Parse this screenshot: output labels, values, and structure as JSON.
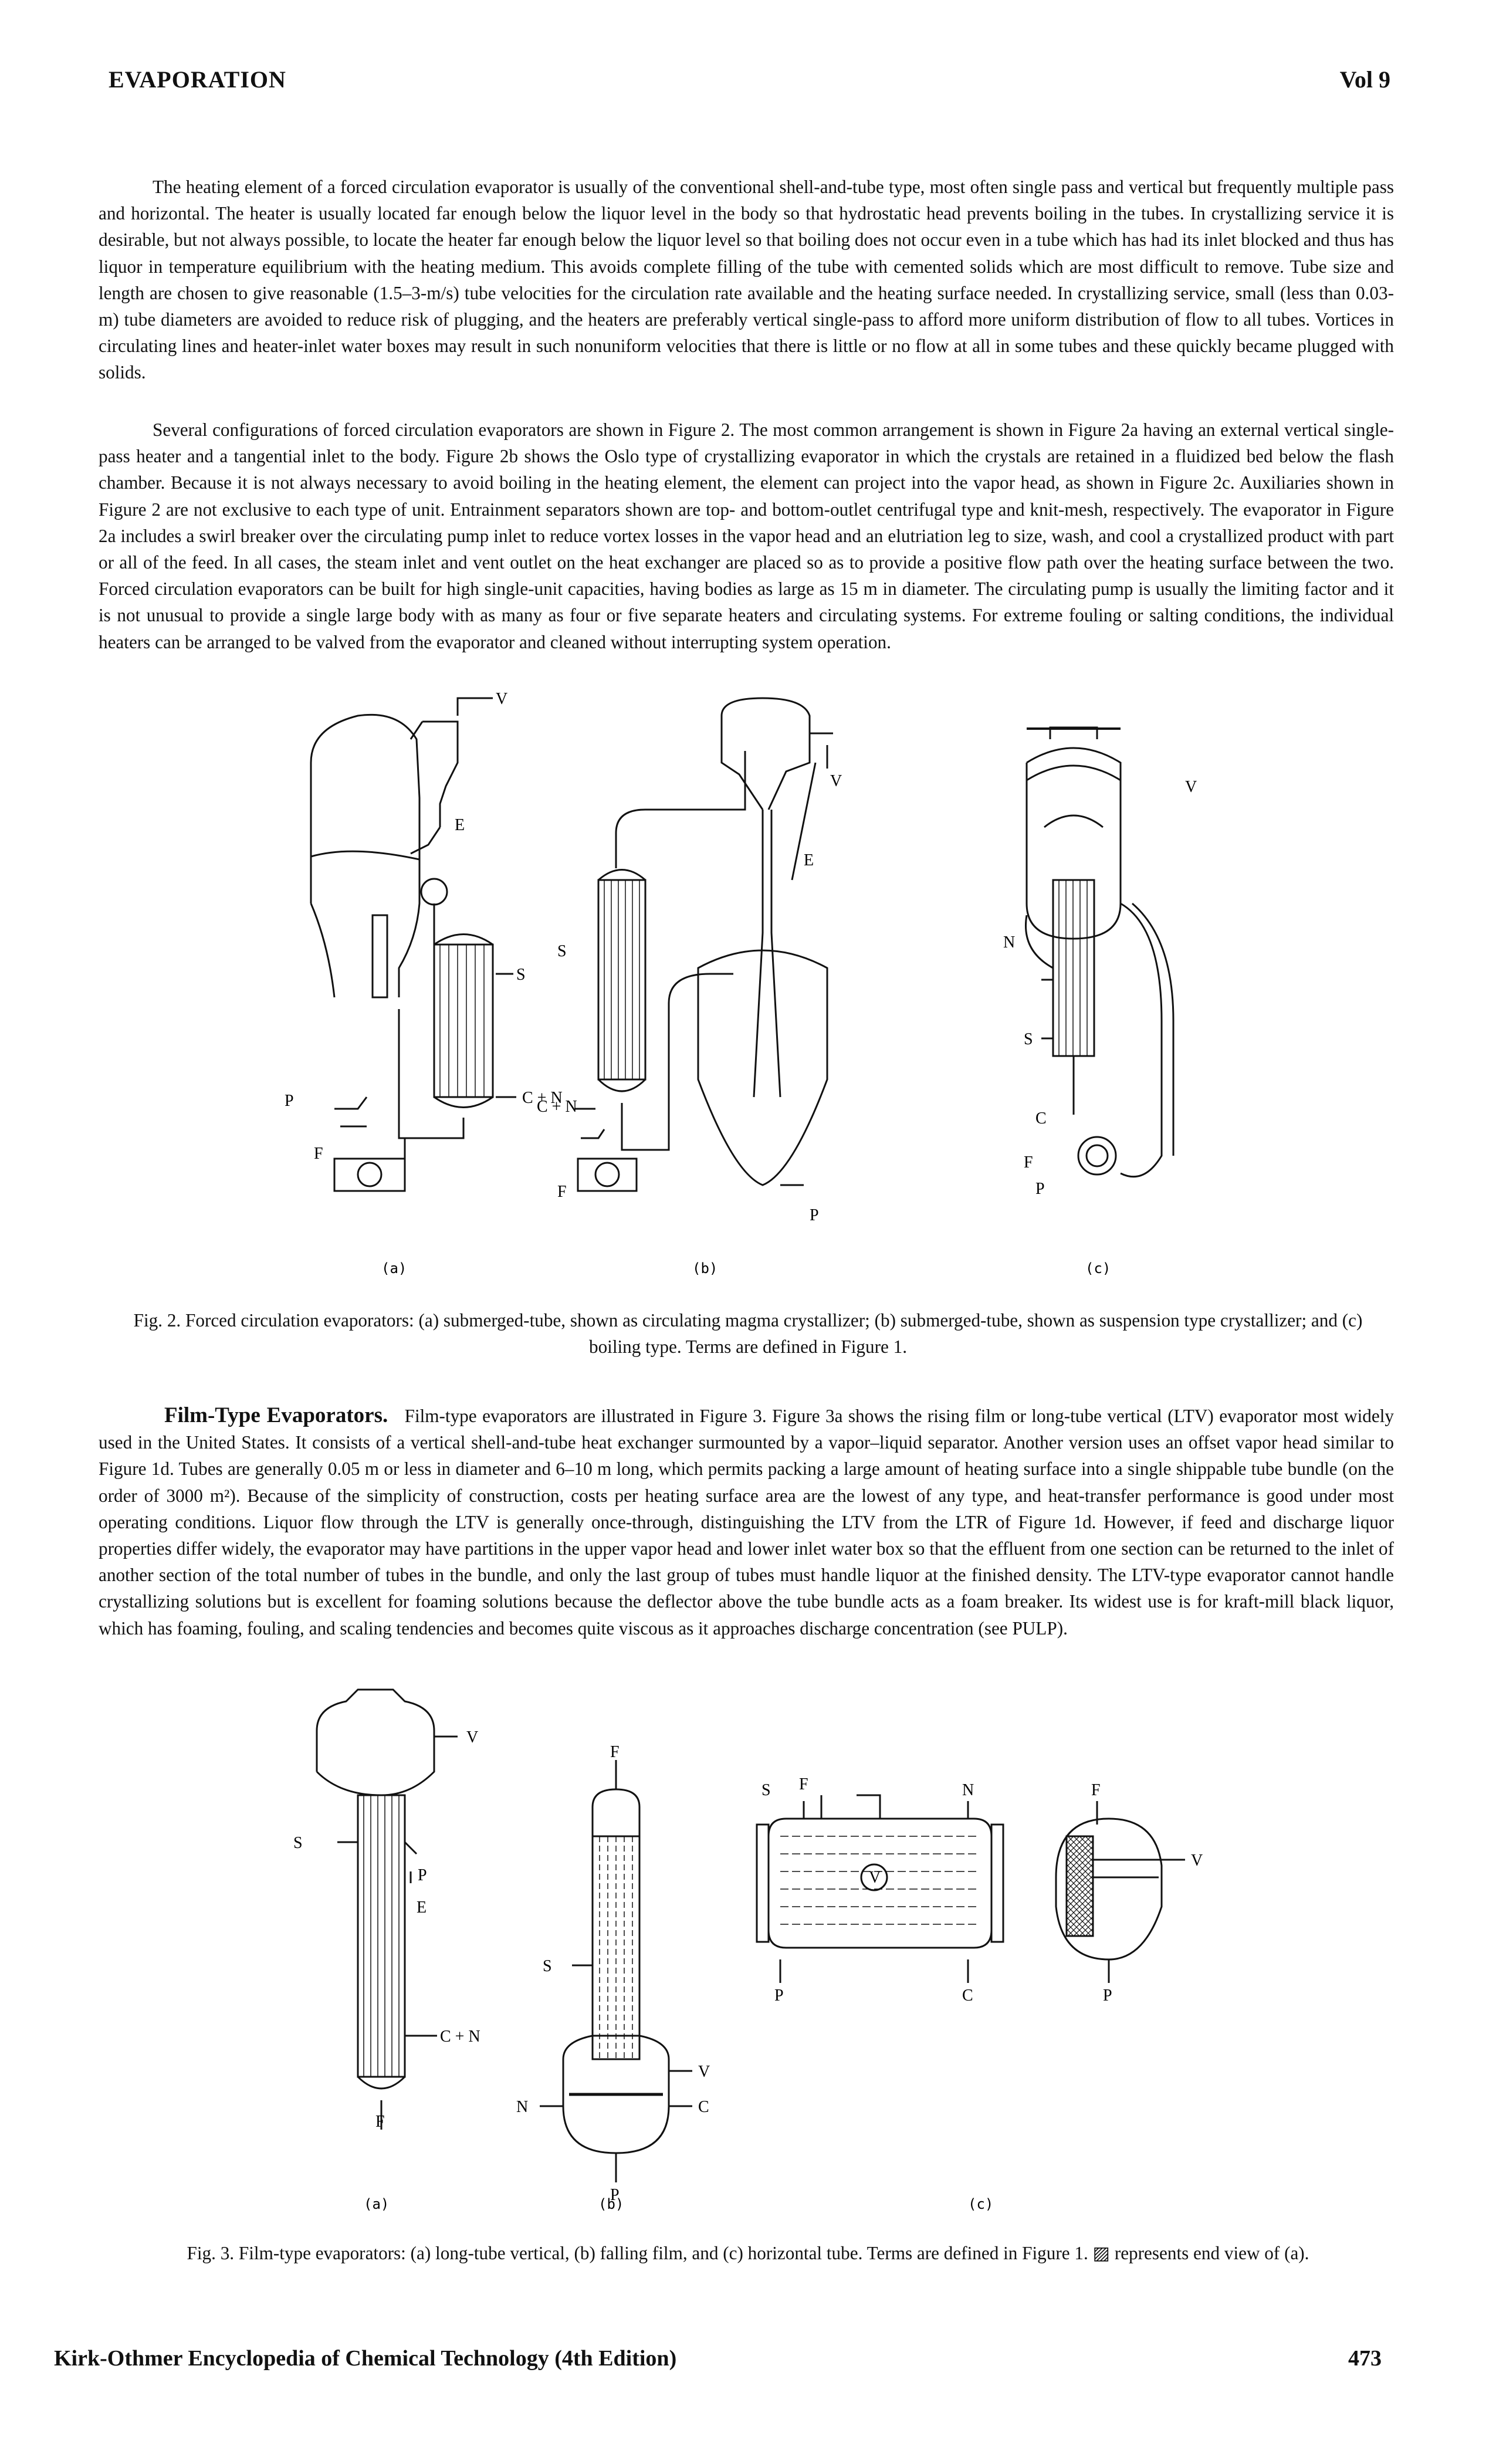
{
  "header": {
    "left": "EVAPORATION",
    "right": "Vol 9"
  },
  "paragraphs": {
    "p1": "The heating element of a forced circulation evaporator is usually of the conventional shell-and-tube type, most often single pass and vertical but frequently multiple pass and horizontal. The heater is usually located far enough below the liquor level in the body so that hydrostatic head prevents boiling in the tubes. In crystallizing service it is desirable, but not always possible, to locate the heater far enough below the liquor level so that boiling does not occur even in a tube which has had its inlet blocked and thus has liquor in temperature equilibrium with the heating medium. This avoids complete filling of the tube with cemented solids which are most difficult to remove. Tube size and length are chosen to give reasonable (1.5–3-m/s) tube velocities for the circulation rate available and the heating surface needed. In crystallizing service, small (less than 0.03-m) tube diameters are avoided to reduce risk of plugging, and the heaters are preferably vertical single-pass to afford more uniform distribution of flow to all tubes. Vortices in circulating lines and heater-inlet water boxes may result in such nonuniform velocities that there is little or no flow at all in some tubes and these quickly became plugged with solids.",
    "p2": "Several configurations of forced circulation evaporators are shown in Figure 2. The most common arrangement is shown in Figure 2a having an external vertical single-pass heater and a tangential inlet to the body. Figure 2b shows the Oslo type of crystallizing evaporator in which the crystals are retained in a fluidized bed below the flash chamber. Because it is not always necessary to avoid boiling in the heating element, the element can project into the vapor head, as shown in Figure 2c. Auxiliaries shown in Figure 2 are not exclusive to each type of unit. Entrainment separators shown are top- and bottom-outlet centrifugal type and knit-mesh, respectively. The evaporator in Figure 2a includes a swirl breaker over the circulating pump inlet to reduce vortex losses in the vapor head and an elutriation leg to size, wash, and cool a crystallized product with part or all of the feed. In all cases, the steam inlet and vent outlet on the heat exchanger are placed so as to provide a positive flow path over the heating surface between the two. Forced circulation evaporators can be built for high single-unit capacities, having bodies as large as 15 m in diameter. The circulating pump is usually the limiting factor and it is not unusual to provide a single large body with as many as four or five separate heaters and circulating systems. For extreme fouling or salting conditions, the individual heaters can be arranged to be valved from the evaporator and cleaned without interrupting system operation.",
    "p3_head": "Film-Type Evaporators.",
    "p3": "Film-type evaporators are illustrated in Figure 3. Figure 3a shows the rising film or long-tube vertical (LTV) evaporator most widely used in the United States. It consists of a vertical shell-and-tube heat exchanger surmounted by a vapor–liquid separator. Another version uses an offset vapor head similar to Figure 1d. Tubes are generally 0.05 m or less in diameter and 6–10 m long, which permits packing a large amount of heating surface into a single shippable tube bundle (on the order of 3000 m²). Because of the simplicity of construction, costs per heating surface area are the lowest of any type, and heat-transfer performance is good under most operating conditions. Liquor flow through the LTV is generally once-through, distinguishing the LTV from the LTR of Figure 1d. However, if feed and discharge liquor properties differ widely, the evaporator may have partitions in the upper vapor head and lower inlet water box so that the effluent from one section can be returned to the inlet of another section of the total number of tubes in the bundle, and only the last group of tubes must handle liquor at the finished density. The LTV-type evaporator cannot handle crystallizing solutions but is excellent for foaming solutions because the deflector above the tube bundle acts as a foam breaker. Its widest use is for kraft-mill black liquor, which has foaming, fouling, and scaling tendencies and becomes quite viscous as it approaches discharge concentration (see PULP)."
  },
  "figure2": {
    "labels": {
      "V": "V",
      "E": "E",
      "S": "S",
      "P": "P",
      "F": "F",
      "CN": "C + N",
      "N": "N",
      "C": "C"
    },
    "sublabels": [
      "(a)",
      "(b)",
      "(c)"
    ],
    "caption": "Fig. 2. Forced circulation evaporators: (a) submerged-tube, shown as circulating magma crystallizer; (b) submerged-tube, shown as suspension type crystallizer; and (c) boiling type. Terms are defined in Figure 1."
  },
  "figure3": {
    "labels": {
      "V": "V",
      "E": "E",
      "S": "S",
      "P": "P",
      "F": "F",
      "CN": "C + N",
      "N": "N",
      "C": "C"
    },
    "sublabels": [
      "(a)",
      "(b)",
      "(c)"
    ],
    "caption": "Fig. 3. Film-type evaporators: (a) long-tube vertical, (b) falling film, and (c) horizontal tube. Terms are defined in Figure 1. ▨ represents end view of (a)."
  },
  "footer": {
    "left": "Kirk-Othmer Encyclopedia of Chemical Technology (4th Edition)",
    "right": "473"
  }
}
